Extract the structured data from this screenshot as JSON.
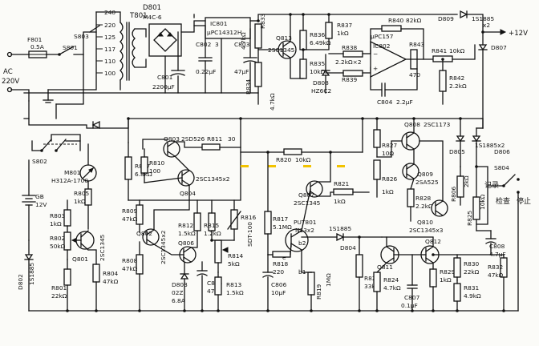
{
  "mains": {
    "fuse_ref": "F801",
    "fuse_value": "0.5A",
    "ac_label": "AC",
    "ac_voltage": "220V",
    "sw801": "S801",
    "sw803": "S803",
    "sw802": "S802",
    "taps": [
      "240",
      "220",
      "125",
      "117",
      "110",
      "100"
    ]
  },
  "transformer": {
    "ref": "T801"
  },
  "rectifier": {
    "ref": "D801",
    "part": "M4C-6"
  },
  "regulator": {
    "ref": "IC801",
    "part": "μPC14312H",
    "pin": "3"
  },
  "caps_top": [
    {
      "ref": "C801",
      "value": "2200μF"
    },
    {
      "ref": "C802",
      "value": "0.22μF"
    },
    {
      "ref": "C803",
      "value": "47μF"
    }
  ],
  "amp_stage": {
    "r833": {
      "ref": "R833",
      "value": "4.7kΩ"
    },
    "r834": {
      "ref": "R834",
      "value": "4.7kΩ"
    },
    "q813": {
      "ref": "Q813",
      "part": "2SC1345"
    },
    "r836": {
      "ref": "R836",
      "value": "6.49kΩ"
    },
    "r837": {
      "ref": "R837",
      "value": "1kΩ"
    },
    "r835": {
      "ref": "R835",
      "value": "10kΩ"
    },
    "r838": {
      "ref": "R838",
      "value": "2.2kΩ×2"
    },
    "r839": {
      "ref": "R839",
      "value": ""
    },
    "d808": {
      "ref": "D808",
      "part": "HZ6C2"
    },
    "r840": {
      "ref": "R840",
      "value": "82kΩ"
    },
    "ic802": {
      "ref": "IC802",
      "part": "μPC157"
    },
    "r843": {
      "ref": "R843",
      "value": "470"
    },
    "c804": {
      "ref": "C804",
      "value": "2.2μF"
    },
    "r841": {
      "ref": "R841",
      "value": "10kΩ"
    },
    "r842": {
      "ref": "R842",
      "value": "2.2kΩ"
    }
  },
  "output": {
    "d809": {
      "ref": "D809",
      "part": "1S1885",
      "qty": "x2"
    },
    "d807": {
      "ref": "D807"
    },
    "rail": "+12V"
  },
  "battery": {
    "ref": "GB",
    "voltage": "12V"
  },
  "meter": {
    "ref": "M801",
    "part": "H312A-1700"
  },
  "left_stage": {
    "r805": {
      "ref": "R805",
      "value": "1kΩ"
    },
    "r803": {
      "ref": "R803",
      "value": "1kΩ"
    },
    "r802": {
      "ref": "R802",
      "value": "50kΩ"
    },
    "q801": {
      "ref": "Q801",
      "part": "2SC1345"
    },
    "r801": {
      "ref": "R801",
      "value": "22kΩ"
    },
    "r804": {
      "ref": "R804",
      "value": "47kΩ"
    },
    "d802": {
      "ref": "D802",
      "part": "1S1885"
    }
  },
  "mid_stage": {
    "q803": {
      "ref": "Q803",
      "part": "2SD526"
    },
    "r811": {
      "ref": "R811",
      "value": "30"
    },
    "r807": {
      "ref": "R807",
      "value": "6.8kΩ"
    },
    "r810": {
      "ref": "R810",
      "value": "100"
    },
    "q804": {
      "ref": "Q804",
      "part": "2SC1345x2"
    },
    "r809": {
      "ref": "R809",
      "value": "47kΩ"
    },
    "q802": {
      "ref": "Q802",
      "part": "2SC1345x2"
    },
    "r808": {
      "ref": "R808",
      "value": "47kΩ"
    },
    "d803": {
      "ref": "D803",
      "part": "02Z",
      "value": "6.8A"
    },
    "q806": {
      "ref": "Q806"
    },
    "r812": {
      "ref": "R812",
      "value": "1.5kΩ"
    },
    "r815": {
      "ref": "R815",
      "value": "1.2kΩ"
    },
    "r816": {
      "ref": "R816"
    },
    "r814": {
      "ref": "R814",
      "value": "5kΩ"
    },
    "c805": {
      "ref": "C805",
      "value": "47μF"
    },
    "r813": {
      "ref": "R813",
      "value": "1.5kΩ"
    },
    "sdt": "SDT-100"
  },
  "put_stage": {
    "r820": {
      "ref": "R820",
      "value": "10kΩ"
    },
    "r817": {
      "ref": "R817",
      "value": "5.1MΩ"
    },
    "put801": {
      "ref": "PUT801",
      "part": "N13x2"
    },
    "q807": {
      "ref": "Q807",
      "part": "2SC1345"
    },
    "r821": {
      "ref": "R821",
      "value": "1kΩ"
    },
    "r818": {
      "ref": "R818",
      "value": "220"
    },
    "c806": {
      "ref": "C806",
      "value": "10μF"
    },
    "r819": {
      "ref": "R819",
      "value": "1MΩ"
    },
    "d804": {
      "ref": "D804",
      "part": "1S1885"
    },
    "r822": {
      "ref": "R822",
      "value": "33kΩ"
    },
    "pin_b2": "b2",
    "pin_b1": "b1",
    "pin_e": "e"
  },
  "right_stage": {
    "q808": {
      "ref": "Q808",
      "part": "2SC1173"
    },
    "r827": {
      "ref": "R827",
      "value": "10Ω"
    },
    "r826": {
      "ref": "R826",
      "value": "1kΩ"
    },
    "q809": {
      "ref": "Q809",
      "part": "2SA525"
    },
    "r828": {
      "ref": "R828",
      "value": "2.2kΩ"
    },
    "q810": {
      "ref": "Q810",
      "part": "2SC1345x3"
    },
    "d805": {
      "ref": "D805"
    },
    "d806": {
      "ref": "D806",
      "part": "1S1885x2"
    },
    "r806": {
      "ref": "R806",
      "value": "2kΩ"
    },
    "r825": {
      "ref": "R825",
      "value": "10kΩ"
    },
    "s804": {
      "ref": "S804",
      "pos1": "记录",
      "pos2": "检查",
      "pos3": "停止"
    },
    "q811": {
      "ref": "Q811"
    },
    "q812": {
      "ref": "Q812"
    },
    "r824": {
      "ref": "R824",
      "value": "4.7kΩ"
    },
    "r829": {
      "ref": "R829",
      "value": "1kΩ"
    },
    "c807": {
      "ref": "C807",
      "value": "0.1μF"
    },
    "c808": {
      "ref": "C808",
      "value": "4.7μF"
    },
    "r830": {
      "ref": "R830",
      "value": "22kΩ"
    },
    "r832": {
      "ref": "R832",
      "value": "47kΩ"
    },
    "r831": {
      "ref": "R831",
      "value": "4.9kΩ"
    }
  },
  "colors": {
    "ink": "#111111",
    "paper": "#fbfbf8",
    "artifact": "#f2c300"
  }
}
